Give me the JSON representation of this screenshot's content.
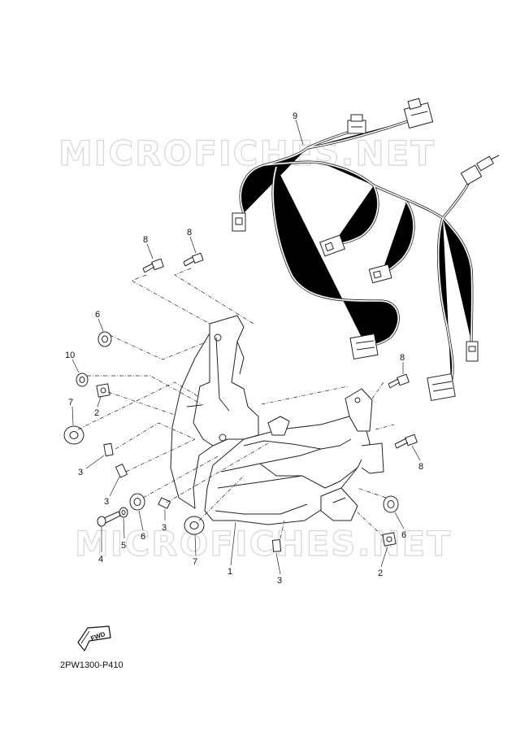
{
  "watermark": "MICROFICHES.NET",
  "diagram_code": "2PW1300-P410",
  "fwd_label": "FWD",
  "callouts": [
    {
      "id": "c9",
      "text": "9"
    },
    {
      "id": "c8a",
      "text": "8"
    },
    {
      "id": "c8b",
      "text": "8"
    },
    {
      "id": "c8c",
      "text": "8"
    },
    {
      "id": "c8d",
      "text": "8"
    },
    {
      "id": "c6a",
      "text": "6"
    },
    {
      "id": "c6b",
      "text": "6"
    },
    {
      "id": "c6c",
      "text": "6"
    },
    {
      "id": "c10",
      "text": "10"
    },
    {
      "id": "c2a",
      "text": "2"
    },
    {
      "id": "c2b",
      "text": "2"
    },
    {
      "id": "c7a",
      "text": "7"
    },
    {
      "id": "c7b",
      "text": "7"
    },
    {
      "id": "c3a",
      "text": "3"
    },
    {
      "id": "c3b",
      "text": "3"
    },
    {
      "id": "c3c",
      "text": "3"
    },
    {
      "id": "c3d",
      "text": "3"
    },
    {
      "id": "c4",
      "text": "4"
    },
    {
      "id": "c5",
      "text": "5"
    },
    {
      "id": "c1",
      "text": "1"
    }
  ]
}
